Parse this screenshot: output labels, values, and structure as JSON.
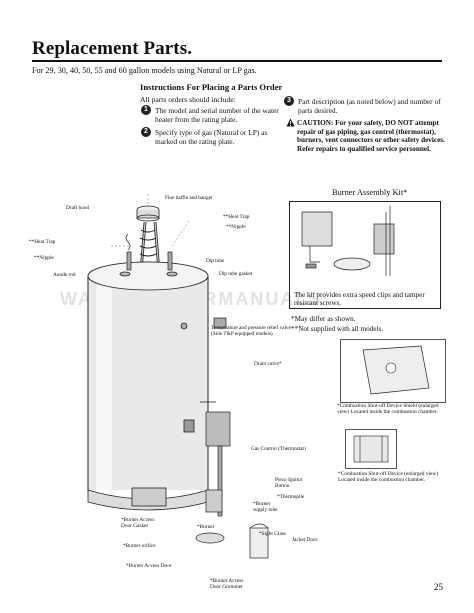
{
  "header": {
    "title": "Replacement Parts.",
    "subtitle": "For 29, 30, 40, 50, 55 and 60 gallon models using Natural or LP gas."
  },
  "instructions": {
    "heading": "Instructions For Placing a Parts Order",
    "intro": "All parts orders should include:",
    "steps": [
      {
        "num": "1",
        "text": "The model and serial number of the water heater from the rating plate."
      },
      {
        "num": "2",
        "text": "Specify type of gas (Natural or LP) as marked on the rating plate."
      },
      {
        "num": "3",
        "text": "Part description (as noted below) and number of parts desired."
      }
    ],
    "warning": "CAUTION: For your safety, DO NOT attempt repair of gas piping, gas control (thermostat), burners, vent connectors or other safety devices. Refer repairs to qualified service personnel.",
    "warning_icon": "warning-triangle-icon"
  },
  "diagram_labels": {
    "flue_baffle": "Flue baffle and hanger",
    "draft_hood": "Draft hood",
    "heat_trap_right": "**Heat Trap",
    "nipple_right": "**Nipple",
    "heat_trap_left": "**Heat Trap",
    "nipple_left": "**Nipple",
    "anode_rod": "Anode rod",
    "dip_tube": "Dip tube",
    "dip_tube_gasket": "Dip tube gasket",
    "tp_valve": "Temperature and pressure relief valve (Side T&P equipped models)",
    "drain_valve": "Drain valve*",
    "gas_control": "Gas Control (Thermostat)",
    "piezo": "Piezo Ignitor Button",
    "thermopile": "*Thermopile",
    "burner_supply": "*Burner supply tube",
    "access_gasket": "*Burner Access Door Gasket",
    "burner": "*Burner",
    "sight_glass": "*Sight Glass",
    "jacket_door": "Jacket Door",
    "burner_orifice": "*Burner orifice",
    "burner_access_door": "*Burner Access Door",
    "access_grommet": "*Burner Access Door Grommet"
  },
  "kit": {
    "title": "Burner Assembly Kit*",
    "caption": "The kit provides extra speed clips and tamper resistant screws.",
    "note1": "*May differ as shown.",
    "note2": "**Not supplied with all models."
  },
  "enlarged_views": {
    "shield": "*Combustion Shut-off Device Shield (enlarged view) Located inside the combustion chamber.",
    "device": "*Combustion Shut-off Device (enlarged view) Located inside the combustion chamber."
  },
  "watermark": "WATERHEATERMANUALS",
  "page_number": "25"
}
